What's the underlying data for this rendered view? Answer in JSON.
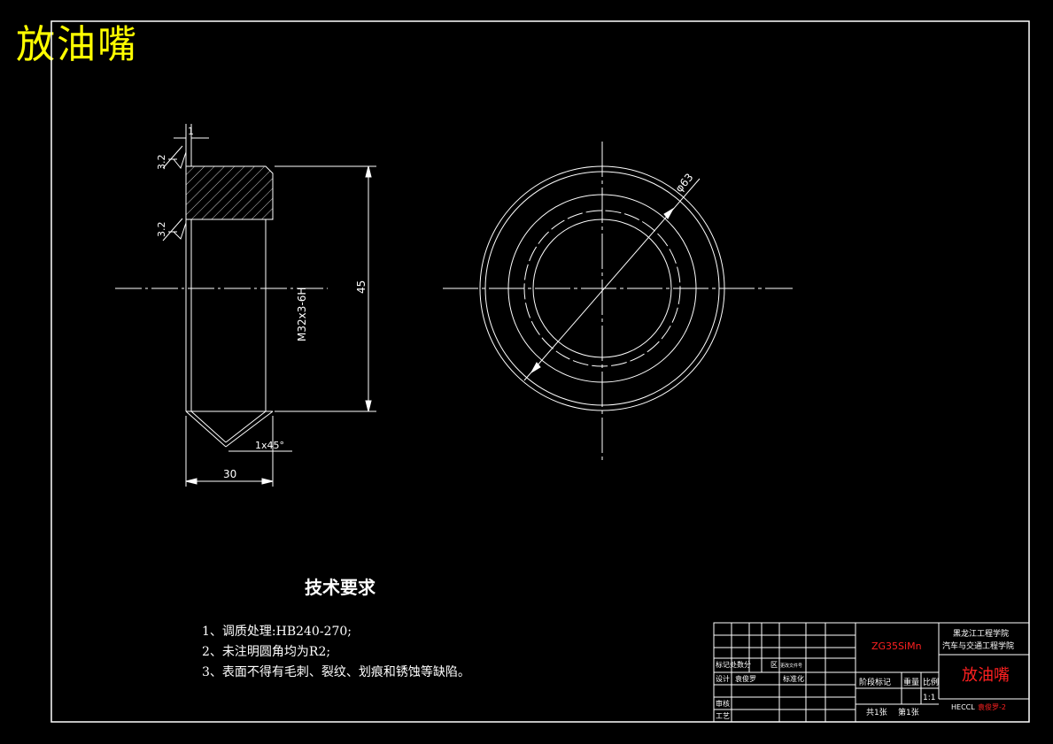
{
  "drawing": {
    "title": "放油嘴",
    "tech_requirements": {
      "heading": "技术要求",
      "items": [
        "1、调质处理:HB240-270;",
        "2、未注明圆角均为R2;",
        "3、表面不得有毛刺、裂纹、划痕和锈蚀等缺陷。"
      ]
    },
    "dimensions": {
      "top_offset": "1",
      "roughness_1": "3.2",
      "roughness_2": "3.2",
      "thread": "M32x3-6H",
      "height": "45",
      "chamfer": "1x45°",
      "width": "30",
      "diameter": "φ63"
    },
    "title_block": {
      "material": "ZG35SiMn",
      "institution_1": "黑龙江工程学院",
      "institution_2": "汽车与交通工程学院",
      "part_name": "放油嘴",
      "stage_mark": "阶段标记",
      "weight": "重量",
      "scale_label": "比例",
      "scale_value": "1:1",
      "sheets_total": "共1张",
      "sheet_no": "第1张",
      "drawing_no_prefix": "HECCL",
      "drawing_no": "袁俊罗-2",
      "row_labels": {
        "revision": "标记处数分",
        "design": "设计",
        "designer": "袁俊罗",
        "standardize": "标准化",
        "review": "审核",
        "process": "工艺",
        "zone": "区",
        "change_doc": "更改文件号"
      }
    }
  },
  "colors": {
    "title": "#ffff00",
    "line": "#ffffff",
    "red": "#ff2020"
  }
}
